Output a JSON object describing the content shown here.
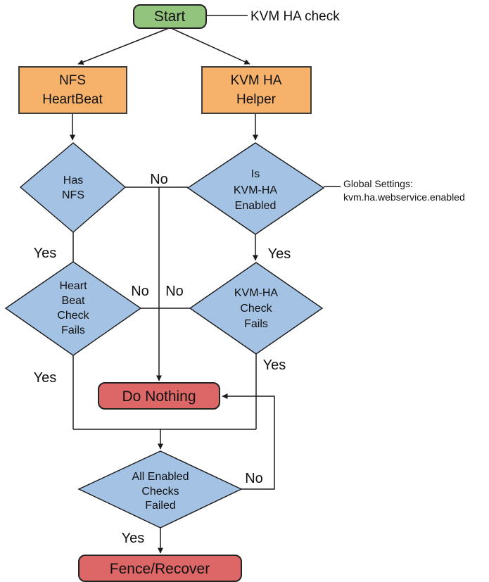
{
  "diagram": {
    "note": "KVM HA check",
    "annotation": {
      "line1": "Global Settings:",
      "line2": "kvm.ha.webservice.enabled"
    },
    "nodes": {
      "start": {
        "label": "Start"
      },
      "nfs_heartbeat": {
        "lines": [
          "NFS",
          "HeartBeat"
        ]
      },
      "kvm_ha_helper": {
        "lines": [
          "KVM HA",
          "Helper"
        ]
      },
      "has_nfs": {
        "lines": [
          "Has",
          "NFS"
        ]
      },
      "is_kvm_ha_enabled": {
        "lines": [
          "Is",
          "KVM-HA",
          "Enabled"
        ]
      },
      "heartbeat_check_fails": {
        "lines": [
          "Heart",
          "Beat",
          "Check",
          "Fails"
        ]
      },
      "kvm_ha_check_fails": {
        "lines": [
          "KVM-HA",
          "Check",
          "Fails"
        ]
      },
      "all_enabled_checks_failed": {
        "lines": [
          "All Enabled",
          "Checks",
          "Failed"
        ]
      },
      "do_nothing": {
        "label": "Do Nothing"
      },
      "fence_recover": {
        "label": "Fence/Recover"
      }
    },
    "edge_labels": {
      "no_top": "No",
      "yes_left_top": "Yes",
      "yes_right_top": "Yes",
      "no_mid_left": "No",
      "no_mid_right": "No",
      "yes_left_bottom": "Yes",
      "yes_right_bottom": "Yes",
      "no_loop": "No",
      "yes_final": "Yes"
    },
    "colors": {
      "start_fill": "#93c47d",
      "process_fill": "#f6b26b",
      "decision_fill": "#a4c2e4",
      "action_fill": "#dd6666"
    }
  }
}
